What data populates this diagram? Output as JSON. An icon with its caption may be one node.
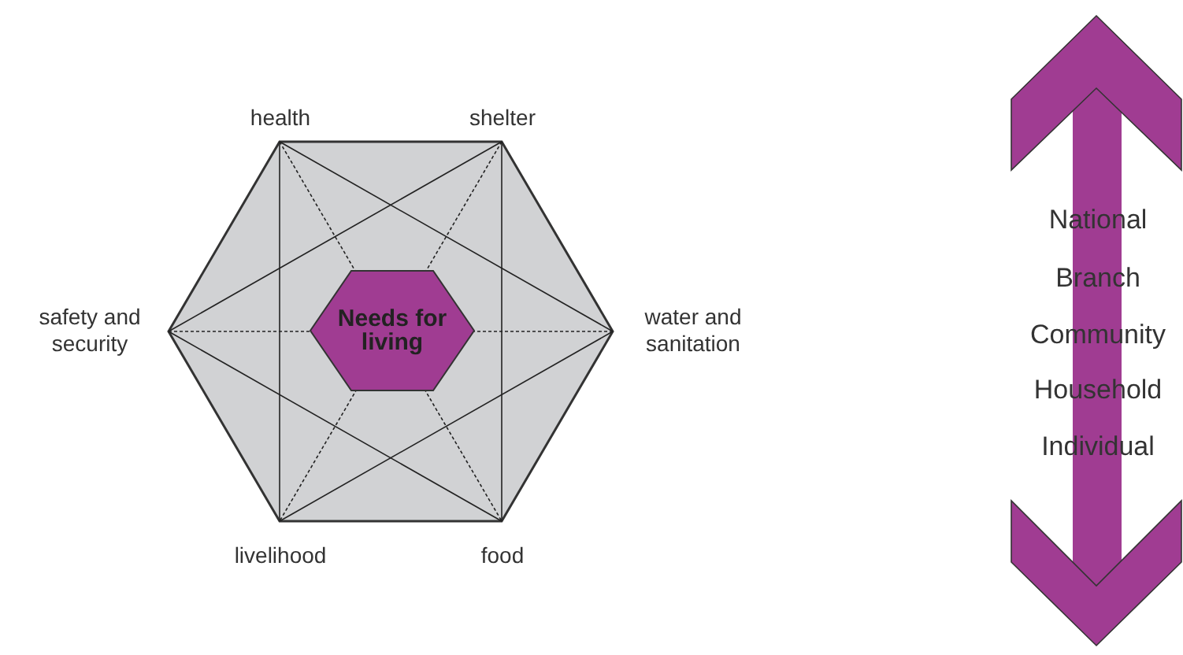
{
  "diagram": {
    "nodes": [
      {
        "text": [],
        "shape": "hexagon"
      },
      {
        "text": [
          "Needs for living"
        ],
        "in": 0
      }
    ],
    "edges": [],
    "labels": [
      "health",
      "shelter",
      "safety and security",
      "water and sanitation",
      "livelihood",
      "food",
      "National",
      "Branch",
      "Community",
      "Household",
      "Individual"
    ]
  }
}
